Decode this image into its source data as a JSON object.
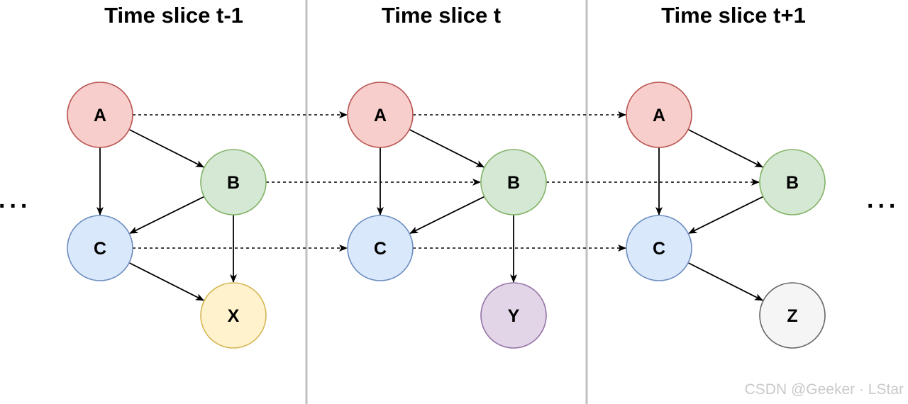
{
  "slices": [
    {
      "title": "Time slice t-1",
      "nodes": [
        {
          "id": "A",
          "label": "A",
          "fill": "#f8cecc",
          "stroke": "#b85450"
        },
        {
          "id": "B",
          "label": "B",
          "fill": "#d5e8d4",
          "stroke": "#82b366"
        },
        {
          "id": "C",
          "label": "C",
          "fill": "#dae8fc",
          "stroke": "#6c8ebf"
        },
        {
          "id": "X",
          "label": "X",
          "fill": "#fff2cc",
          "stroke": "#d6b656"
        }
      ],
      "edges": [
        [
          "A",
          "B"
        ],
        [
          "A",
          "C"
        ],
        [
          "B",
          "C"
        ],
        [
          "B",
          "X"
        ],
        [
          "C",
          "X"
        ]
      ]
    },
    {
      "title": "Time slice t",
      "nodes": [
        {
          "id": "A",
          "label": "A",
          "fill": "#f8cecc",
          "stroke": "#b85450"
        },
        {
          "id": "B",
          "label": "B",
          "fill": "#d5e8d4",
          "stroke": "#82b366"
        },
        {
          "id": "C",
          "label": "C",
          "fill": "#dae8fc",
          "stroke": "#6c8ebf"
        },
        {
          "id": "Y",
          "label": "Y",
          "fill": "#e1d5e7",
          "stroke": "#9673a6"
        }
      ],
      "edges": [
        [
          "A",
          "B"
        ],
        [
          "A",
          "C"
        ],
        [
          "B",
          "C"
        ],
        [
          "B",
          "Y"
        ]
      ]
    },
    {
      "title": "Time slice t+1",
      "nodes": [
        {
          "id": "A",
          "label": "A",
          "fill": "#f8cecc",
          "stroke": "#b85450"
        },
        {
          "id": "B",
          "label": "B",
          "fill": "#d5e8d4",
          "stroke": "#82b366"
        },
        {
          "id": "C",
          "label": "C",
          "fill": "#dae8fc",
          "stroke": "#6c8ebf"
        },
        {
          "id": "Z",
          "label": "Z",
          "fill": "#f5f5f5",
          "stroke": "#666666"
        }
      ],
      "edges": [
        [
          "A",
          "B"
        ],
        [
          "A",
          "C"
        ],
        [
          "B",
          "C"
        ],
        [
          "C",
          "Z"
        ]
      ]
    }
  ],
  "temporal_edges": [
    {
      "from": [
        "0",
        "A"
      ],
      "to": [
        "1",
        "A"
      ]
    },
    {
      "from": [
        "1",
        "A"
      ],
      "to": [
        "2",
        "A"
      ]
    },
    {
      "from": [
        "0",
        "B"
      ],
      "to": [
        "1",
        "B"
      ]
    },
    {
      "from": [
        "1",
        "B"
      ],
      "to": [
        "2",
        "B"
      ]
    },
    {
      "from": [
        "0",
        "C"
      ],
      "to": [
        "1",
        "C"
      ]
    },
    {
      "from": [
        "1",
        "C"
      ],
      "to": [
        "2",
        "C"
      ]
    }
  ],
  "ellipsis_left": "...",
  "ellipsis_right": "...",
  "watermark": "CSDN @Geeker · LStar",
  "colors": {
    "divider": "#c0c0c0",
    "edge": "#000000"
  }
}
